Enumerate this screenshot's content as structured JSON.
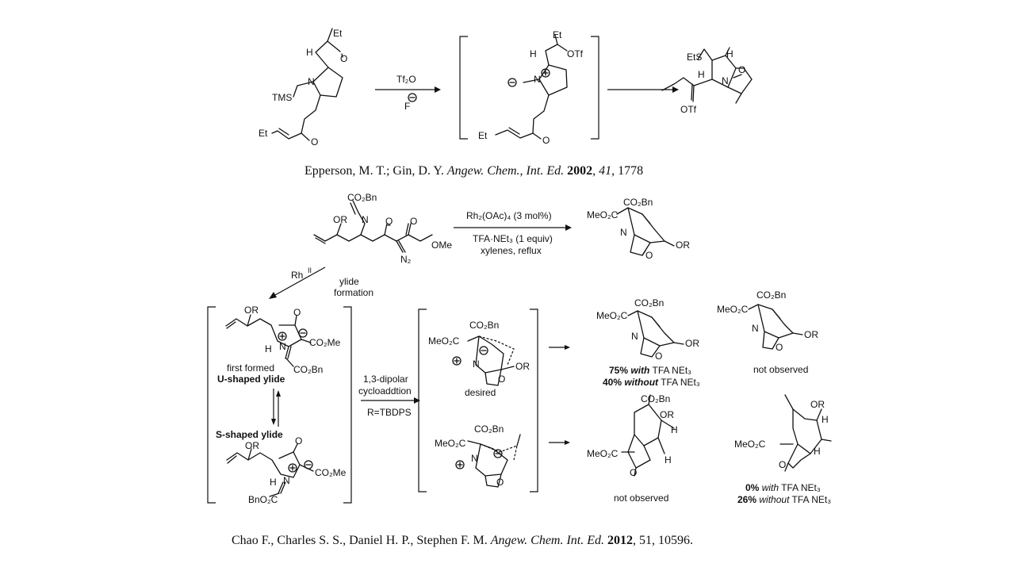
{
  "scheme1": {
    "sm_et_top": "Et",
    "sm_o_top": "O",
    "sm_h": "H",
    "sm_n": "N",
    "sm_tms": "TMS",
    "sm_et_bottom": "Et",
    "sm_o_bottom": "O",
    "reagent_top": "Tf₂O",
    "reagent_bottom": "F",
    "int_et": "Et",
    "int_otf": "OTf",
    "int_h": "H",
    "int_n": "N",
    "int_et_bottom": "Et",
    "int_o_bottom": "O",
    "prod_ets": "EtS",
    "prod_h1": "H",
    "prod_h2": "H",
    "prod_n": "N",
    "prod_o": "O",
    "prod_otf": "OTf"
  },
  "citation1": {
    "authors": "Epperson, M. T.; Gin, D. Y.",
    "journal": "Angew. Chem., Int. Ed.",
    "year": "2002",
    "volume": "41",
    "pages": "1778"
  },
  "scheme2": {
    "sm_co2bn": "CO₂Bn",
    "sm_n": "N",
    "sm_or": "OR",
    "sm_o1": "O",
    "sm_o2": "O",
    "sm_ome": "OMe",
    "sm_n2": "N₂",
    "cond_top": "Rh₂(OAc)₄ (3 mol%)",
    "cond_mid": "TFA·NEt₃ (1 equiv)",
    "cond_bottom": "xylenes, reflux",
    "prod_co2bn": "CO₂Bn",
    "prod_meo2c": "MeO₂C",
    "prod_n": "N",
    "prod_or": "OR",
    "prod_o": "O",
    "rh_label": "Rh",
    "rh_sup": "II",
    "ylide_line1": "ylide",
    "ylide_line2": "formation",
    "u_or": "OR",
    "u_o": "O",
    "u_h": "H",
    "u_n": "N",
    "u_co2me": "CO₂Me",
    "u_co2bn": "CO₂Bn",
    "u_note1": "first formed",
    "u_note2": "U-shaped ylide",
    "s_note": "S-shaped ylide",
    "s_or": "OR",
    "s_o": "O",
    "s_h": "H",
    "s_n": "N",
    "s_co2me": "CO₂Me",
    "s_bno2c": "BnO₂C",
    "cyclo_line1": "1,3-dipolar",
    "cyclo_line2": "cycloaddtion",
    "r_def": "R=TBDPS",
    "ts1_co2bn": "CO₂Bn",
    "ts1_meo2c": "MeO₂C",
    "ts1_n": "N",
    "ts1_or": "OR",
    "ts1_o": "O",
    "ts1_desired": "desired",
    "ts2_co2bn": "CO₂Bn",
    "ts2_meo2c": "MeO₂C",
    "ts2_n": "N",
    "ts2_o": "O",
    "p1_co2bn": "CO₂Bn",
    "p1_meo2c": "MeO₂C",
    "p1_n": "N",
    "p1_or": "OR",
    "p1_o": "O",
    "p1_yield1_pct": "75%",
    "p1_yield1_with": "with",
    "p1_yield1_tail": "TFA NEt₃",
    "p1_yield2_pct": "40%",
    "p1_yield2_without": "without",
    "p1_yield2_tail": "TFA NEt₃",
    "p2_co2bn": "CO₂Bn",
    "p2_meo2c": "MeO₂C",
    "p2_n": "N",
    "p2_or": "OR",
    "p2_o": "O",
    "p2_note": "not observed",
    "p3_co2bn": "CO₂Bn",
    "p3_or": "OR",
    "p3_meo2c": "MeO₂C",
    "p3_h1": "H",
    "p3_h2": "H",
    "p3_o": "O",
    "p3_note": "not observed",
    "p4_or": "OR",
    "p4_h1": "H",
    "p4_meo2c": "MeO₂C",
    "p4_h2": "H",
    "p4_o": "O",
    "p4_yield1_pct": "0%",
    "p4_yield1_with": "with",
    "p4_yield1_tail": "TFA NEt₃",
    "p4_yield2_pct": "26%",
    "p4_yield2_without": "without",
    "p4_yield2_tail": "TFA NEt₃"
  },
  "citation2": {
    "authors": "Chao F., Charles S. S., Daniel H. P., Stephen F. M.",
    "journal": "Angew. Chem. Int. Ed.",
    "year": "2012",
    "rest": ", 51, 10596."
  }
}
